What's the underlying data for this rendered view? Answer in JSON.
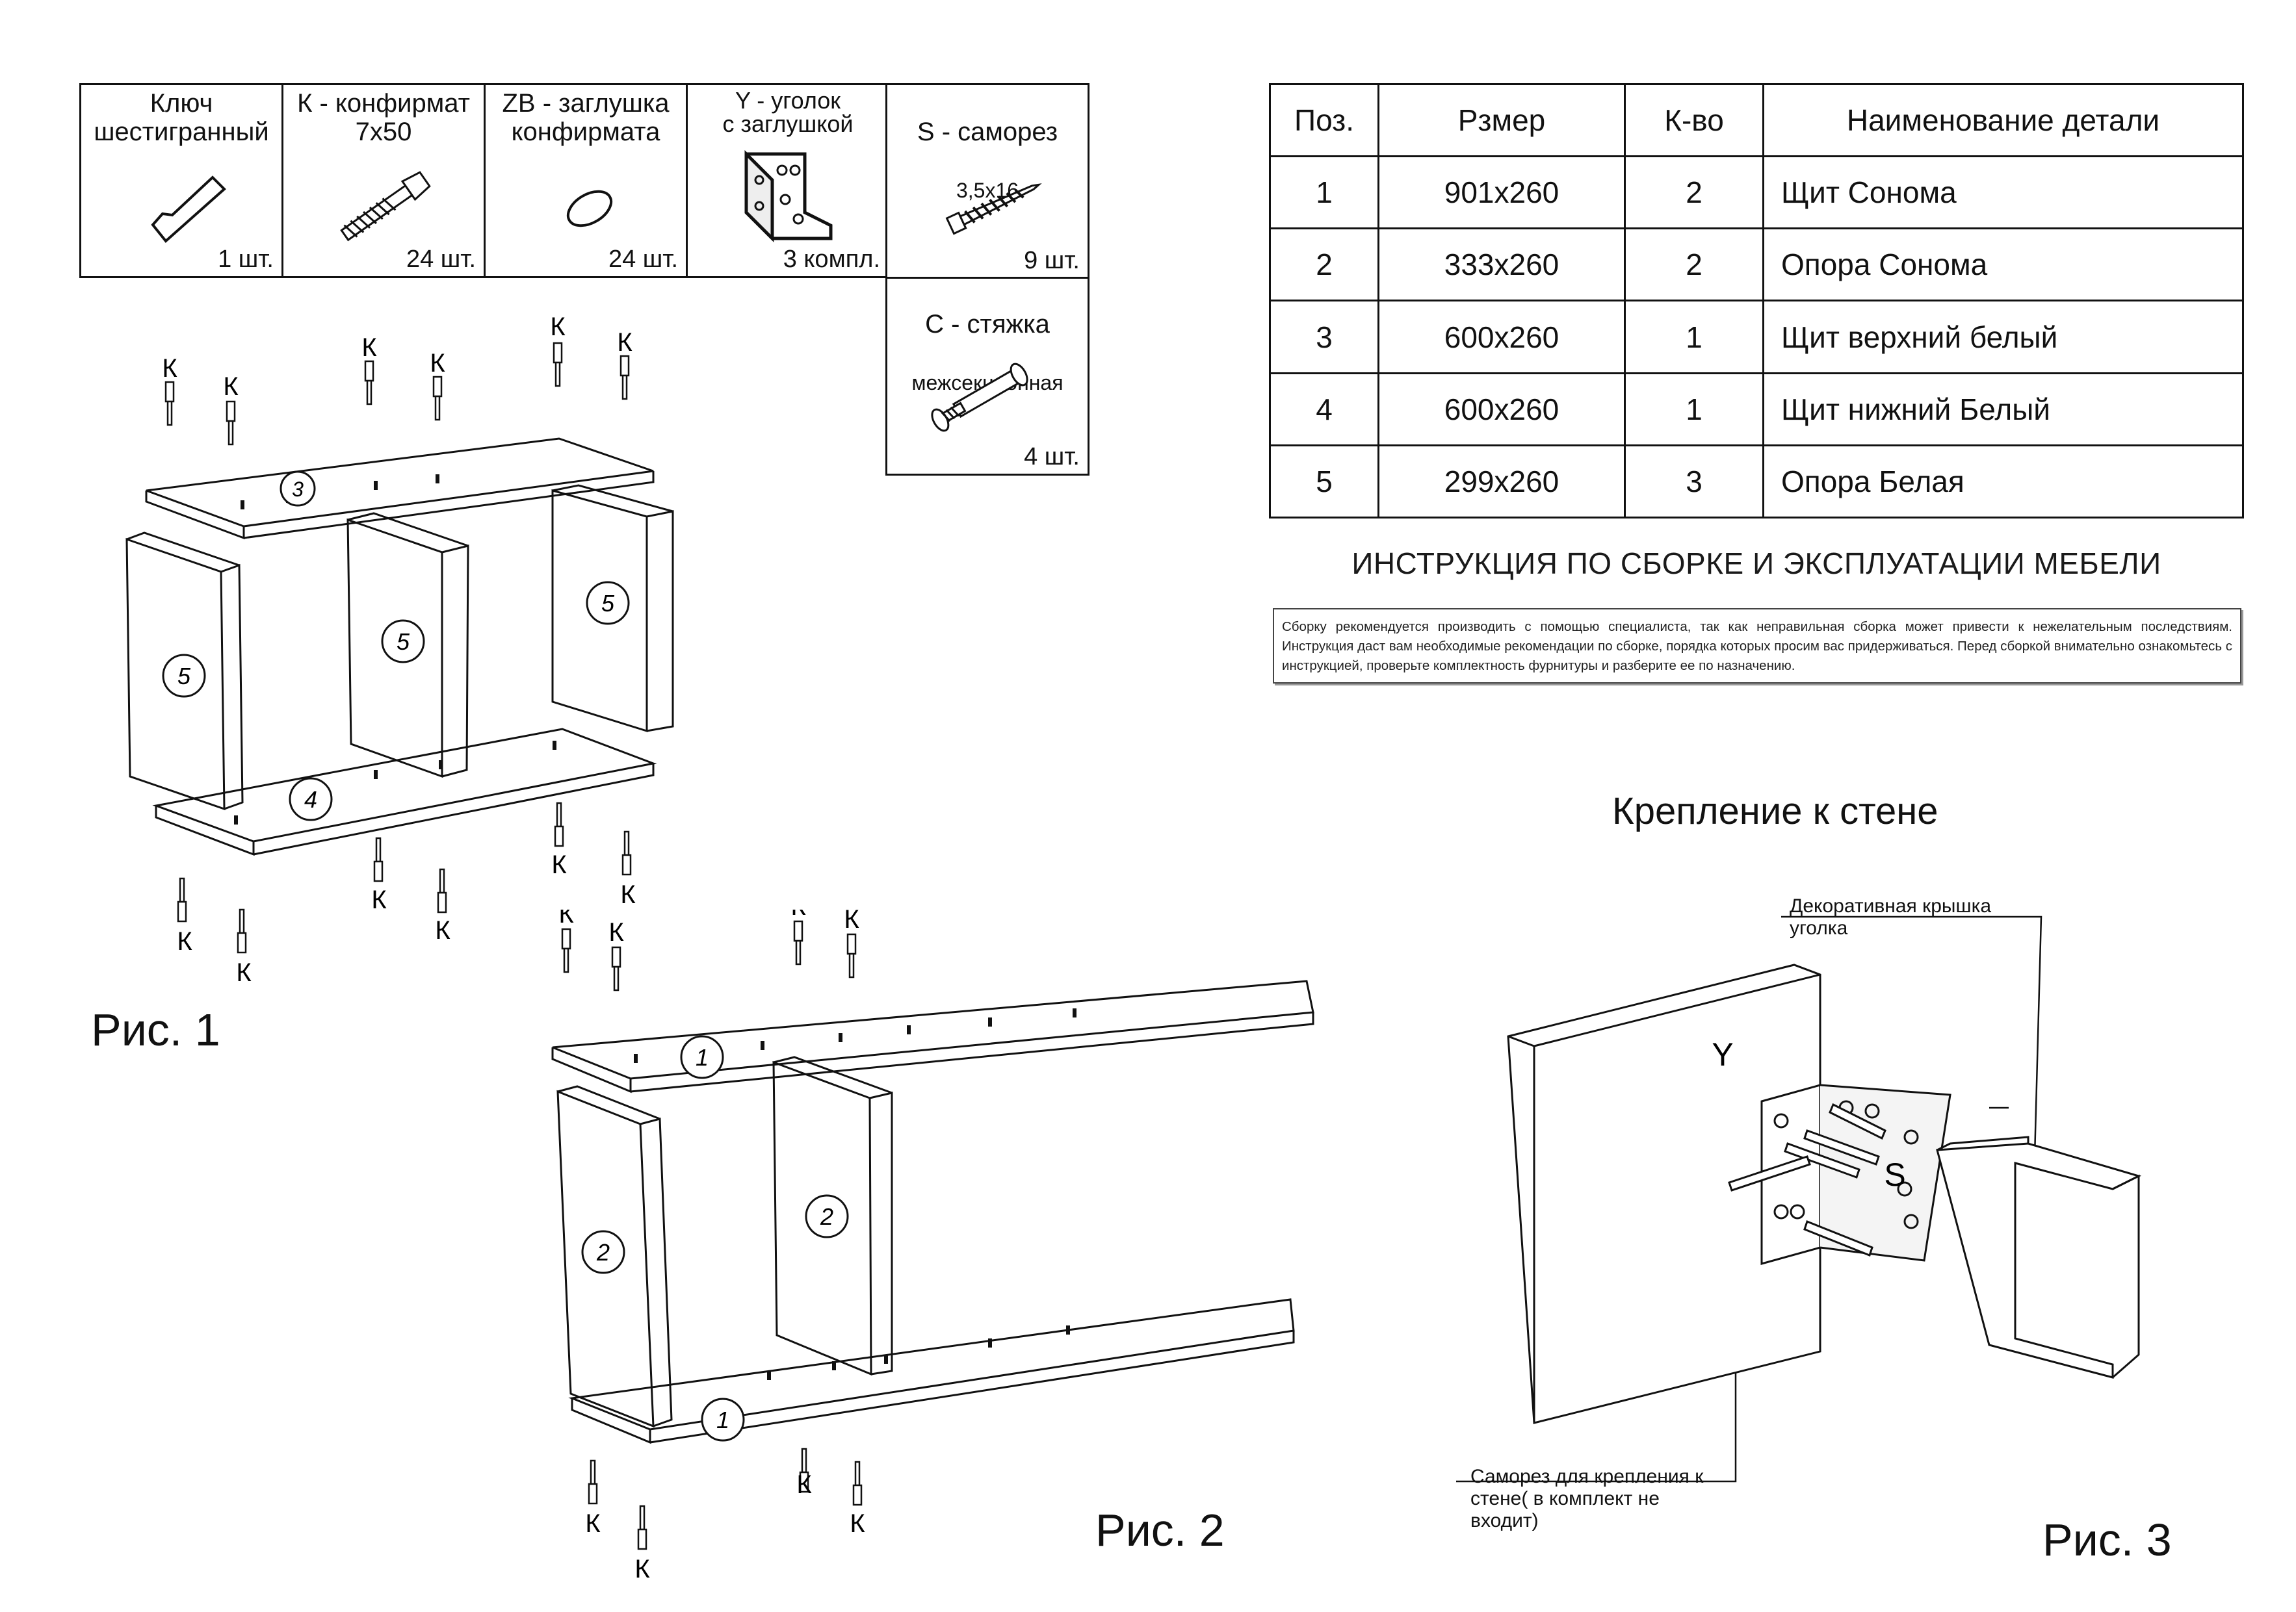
{
  "hardware": [
    {
      "title": "Ключ\nшестигранный",
      "qty": "1 шт.",
      "icon": "hex-key-icon"
    },
    {
      "title": "К - конфирмат\n7х50",
      "qty": "24 шт.",
      "icon": "confirmat-screw-icon"
    },
    {
      "title": "ZB - заглушка\nконфирмата",
      "qty": "24 шт.",
      "icon": "cap-icon"
    },
    {
      "title": "Y - уголок\nс заглушкой",
      "qty": "3 компл.",
      "icon": "corner-bracket-icon"
    },
    {
      "title": "S -  саморез",
      "sub": "3,5х16",
      "qty": "9 шт.",
      "icon": "wood-screw-icon"
    },
    {
      "title": "C - стяжка",
      "sub": "межсекционная",
      "qty": "4 шт.",
      "icon": "section-bolt-icon"
    }
  ],
  "parts_table": {
    "headers": [
      "Поз.",
      "Рзмер",
      "К-во",
      "Наименование детали"
    ],
    "rows": [
      [
        "1",
        "901х260",
        "2",
        "Щит Сонома"
      ],
      [
        "2",
        "333х260",
        "2",
        "Опора Сонома"
      ],
      [
        "3",
        "600х260",
        "1",
        "Щит верхний белый"
      ],
      [
        "4",
        "600х260",
        "1",
        "Щит нижний Белый"
      ],
      [
        "5",
        "299х260",
        "3",
        "Опора Белая"
      ]
    ]
  },
  "heading": "ИНСТРУКЦИЯ ПО СБОРКЕ И ЭКСПЛУАТАЦИИ МЕБЕЛИ",
  "notice": "Сборку рекомендуется производить с помощью специалиста, так как неправильная сборка может привести к нежелательным последствиям. Инструкция даст вам необходимые рекомендации по сборке, порядка  которых просим вас придерживаться. Перед сборкой внимательно ознакомьтесь с инструкцией, проверьте комплектность фурнитуры и разберите ее по назначению.",
  "figures": {
    "fig1": "Рис. 1",
    "fig2": "Рис. 2",
    "fig3": "Рис. 3"
  },
  "labels": {
    "confirmat": "К",
    "part1": "1",
    "part2": "2",
    "part3": "3",
    "part4": "4",
    "part5": "5",
    "bracket": "Y",
    "screw": "S"
  },
  "wall": {
    "title": "Крепление к стене",
    "cover_note": "Декоративная крышка\nуголка",
    "screw_note": "Саморез для крепления к\nстене( в комплект не\nвходит)"
  }
}
